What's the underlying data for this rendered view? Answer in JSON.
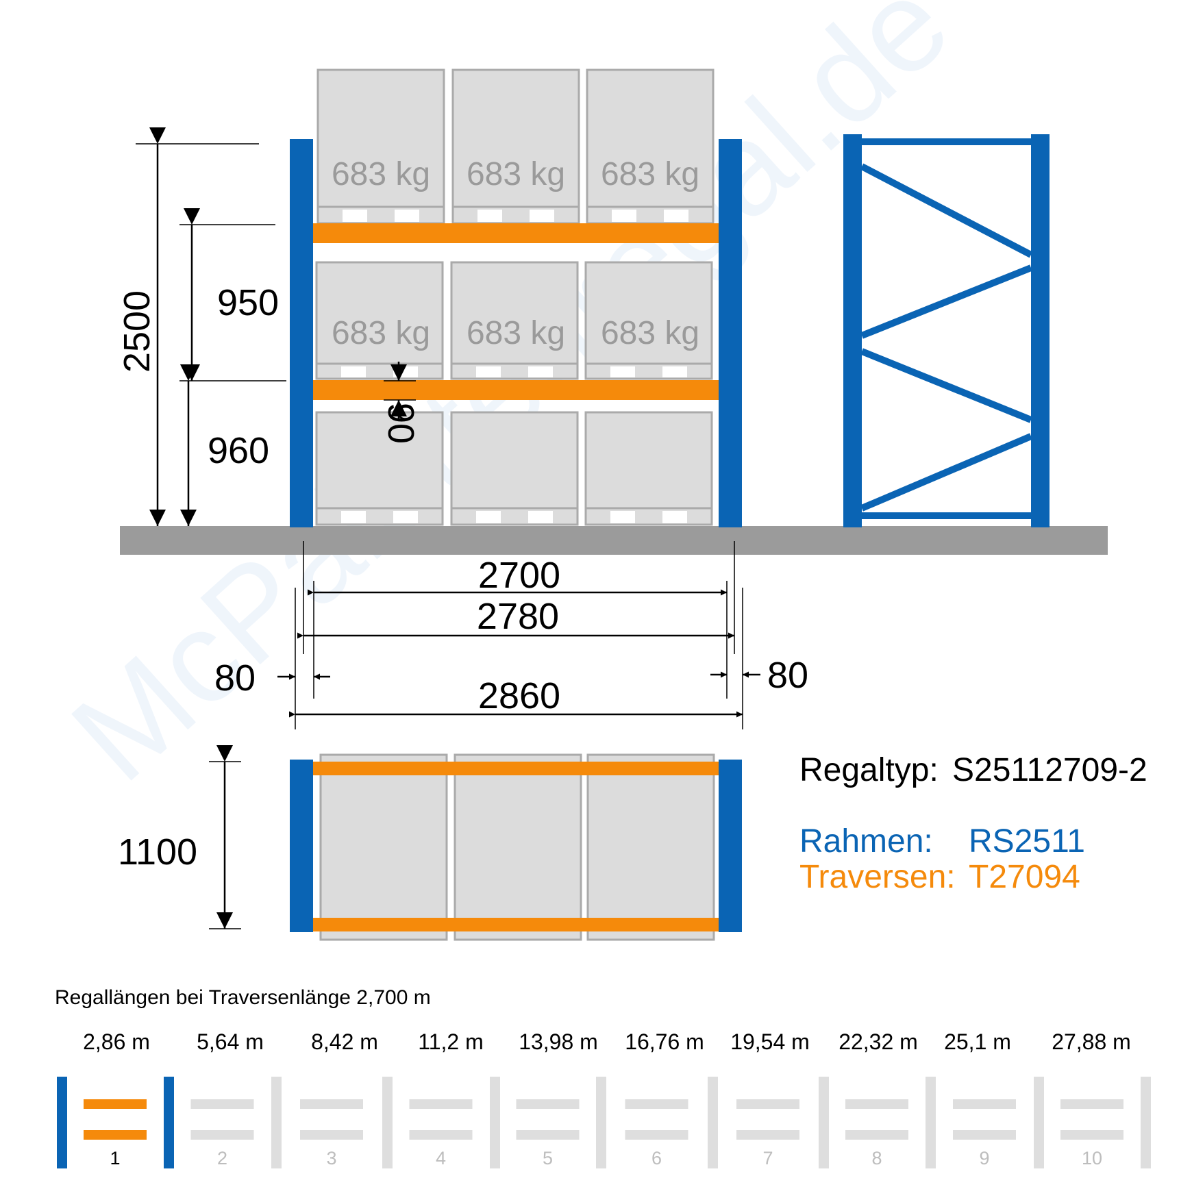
{
  "colors": {
    "upright": "#0a64b4",
    "beam": "#f58a0b",
    "pallet_fill": "#dcdcdc",
    "pallet_stroke": "#aaaaaa",
    "floor": "#9b9b9b",
    "inactive": "#dedede"
  },
  "watermark": "McPalettenregal.de",
  "load_label": "683 kg",
  "dimensions": {
    "total_height": "2500",
    "level_upper": "950",
    "level_lower": "960",
    "beam_height": "90",
    "beam_length": "2700",
    "inner_width": "2780",
    "total_width": "2860",
    "upright_left": "80",
    "upright_right": "80",
    "depth": "1100"
  },
  "info": {
    "type_label": "Regaltyp:",
    "type_value": "S25112709-2",
    "frame_label": "Rahmen:",
    "frame_value": "RS2511",
    "beam_label": "Traversen:",
    "beam_value": "T27094"
  },
  "lengths": {
    "title": "Regallängen bei Traversenlänge 2,700 m",
    "values": [
      "2,86 m",
      "5,64 m",
      "8,42 m",
      "11,2 m",
      "13,98 m",
      "16,76 m",
      "19,54 m",
      "22,32 m",
      "25,1 m",
      "27,88 m"
    ],
    "numbers": [
      "1",
      "2",
      "3",
      "4",
      "5",
      "6",
      "7",
      "8",
      "9",
      "10"
    ],
    "active": 1
  }
}
